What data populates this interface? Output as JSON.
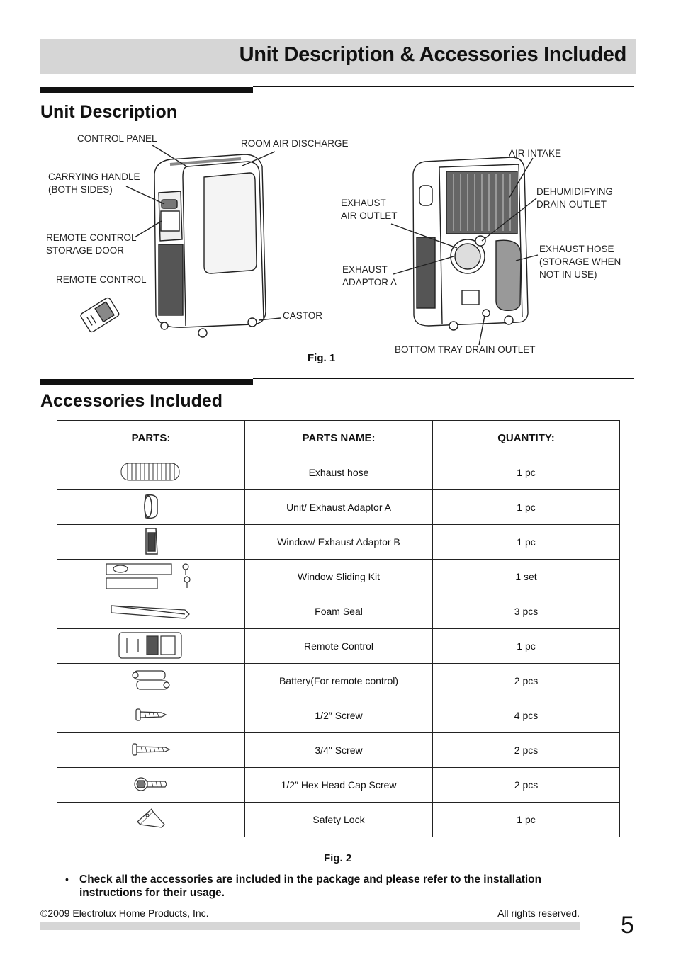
{
  "header": {
    "title": "Unit Description & Accessories Included"
  },
  "unit_description": {
    "title": "Unit Description",
    "labels": {
      "control_panel": "CONTROL PANEL",
      "room_air_discharge": "ROOM AIR DISCHARGE",
      "carrying_handle": "CARRYING HANDLE\n(BOTH SIDES)",
      "remote_storage": "REMOTE CONTROL\nSTORAGE DOOR",
      "remote_control": "REMOTE CONTROL",
      "castor": "CASTOR",
      "air_intake": "AIR INTAKE",
      "dehumidifying": "DEHUMIDIFYING\nDRAIN OUTLET",
      "exhaust_air_outlet": "EXHAUST\nAIR OUTLET",
      "exhaust_hose": "EXHAUST HOSE\n(STORAGE WHEN\nNOT IN USE)",
      "exhaust_adaptor": "EXHAUST\nADAPTOR A",
      "bottom_tray": "BOTTOM TRAY DRAIN OUTLET"
    },
    "fig_label": "Fig. 1"
  },
  "accessories": {
    "title": "Accessories Included",
    "headers": [
      "PARTS:",
      "PARTS NAME:",
      "QUANTITY:"
    ],
    "rows": [
      {
        "icon": "exhaust-hose-icon",
        "name": "Exhaust hose",
        "qty": "1 pc"
      },
      {
        "icon": "adaptor-a-icon",
        "name": "Unit/ Exhaust Adaptor A",
        "qty": "1 pc"
      },
      {
        "icon": "adaptor-b-icon",
        "name": "Window/ Exhaust Adaptor B",
        "qty": "1 pc"
      },
      {
        "icon": "window-sliding-kit-icon",
        "name": "Window Sliding Kit",
        "qty": "1 set"
      },
      {
        "icon": "foam-seal-icon",
        "name": "Foam Seal",
        "qty": "3 pcs"
      },
      {
        "icon": "remote-control-icon",
        "name": "Remote Control",
        "qty": "1 pc"
      },
      {
        "icon": "battery-icon",
        "name": "Battery(For remote control)",
        "qty": "2 pcs"
      },
      {
        "icon": "screw-half-icon",
        "name": "1/2″ Screw",
        "qty": "4 pcs"
      },
      {
        "icon": "screw-three-quarter-icon",
        "name": "3/4″ Screw",
        "qty": "2 pcs"
      },
      {
        "icon": "hex-cap-screw-icon",
        "name": "1/2″ Hex Head Cap Screw",
        "qty": "2 pcs"
      },
      {
        "icon": "safety-lock-icon",
        "name": "Safety Lock",
        "qty": "1 pc"
      }
    ],
    "fig_label": "Fig. 2"
  },
  "note": "Check all the accessories are included in the package and please refer to the installation instructions for their usage.",
  "footer": {
    "copyright": "©2009 Electrolux Home Products, Inc.",
    "rights": "All rights reserved.",
    "page": "5"
  }
}
